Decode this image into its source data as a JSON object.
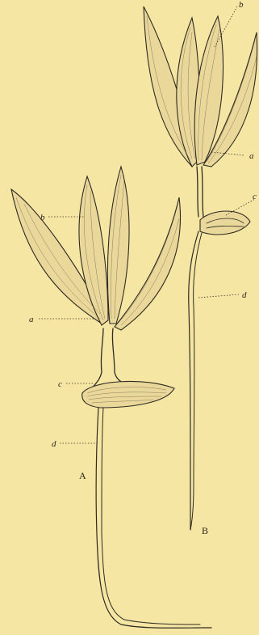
{
  "figure": {
    "seedling_a": {
      "caption": "A",
      "labels": {
        "a": "a",
        "b": "b",
        "c": "c",
        "d": "d"
      }
    },
    "seedling_b": {
      "caption": "B",
      "labels": {
        "a": "a",
        "b": "b",
        "c": "c",
        "d": "d"
      }
    }
  }
}
